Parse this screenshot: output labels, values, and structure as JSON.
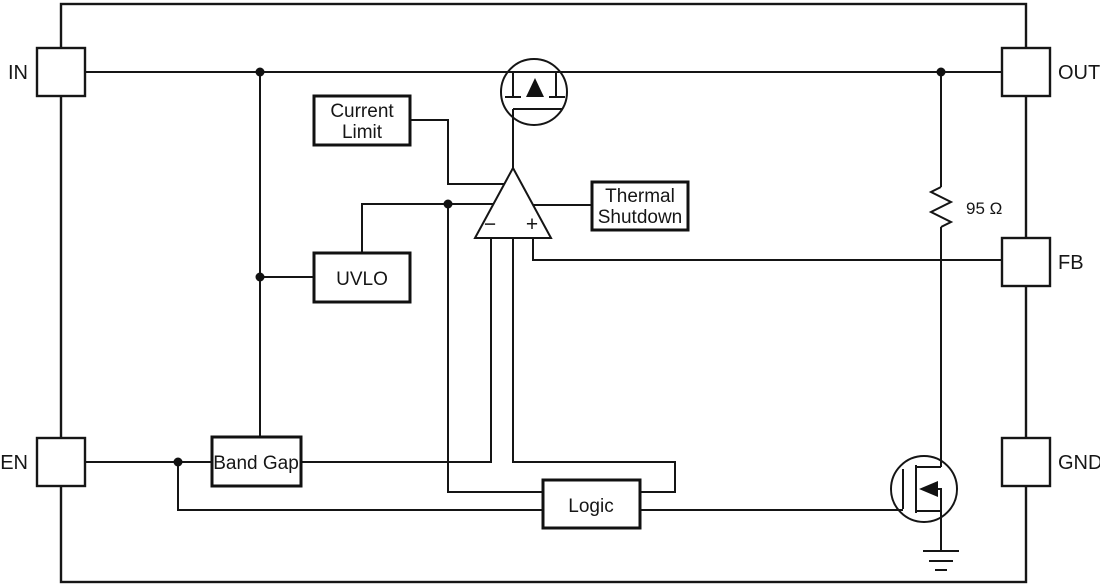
{
  "diagram": {
    "pins": {
      "in": "IN",
      "out": "OUT",
      "fb": "FB",
      "gnd": "GND",
      "en": "EN"
    },
    "blocks": {
      "current_limit": {
        "line1": "Current",
        "line2": "Limit"
      },
      "uvlo": {
        "label": "UVLO"
      },
      "thermal_shutdown": {
        "line1": "Thermal",
        "line2": "Shutdown"
      },
      "band_gap": {
        "label": "Band Gap"
      },
      "logic": {
        "label": "Logic"
      }
    },
    "amplifier": {
      "inverting": "−",
      "noninverting": "+"
    },
    "resistor": {
      "value": "95 Ω"
    },
    "colors": {
      "line": "#151515",
      "background": "#ffffff"
    }
  }
}
